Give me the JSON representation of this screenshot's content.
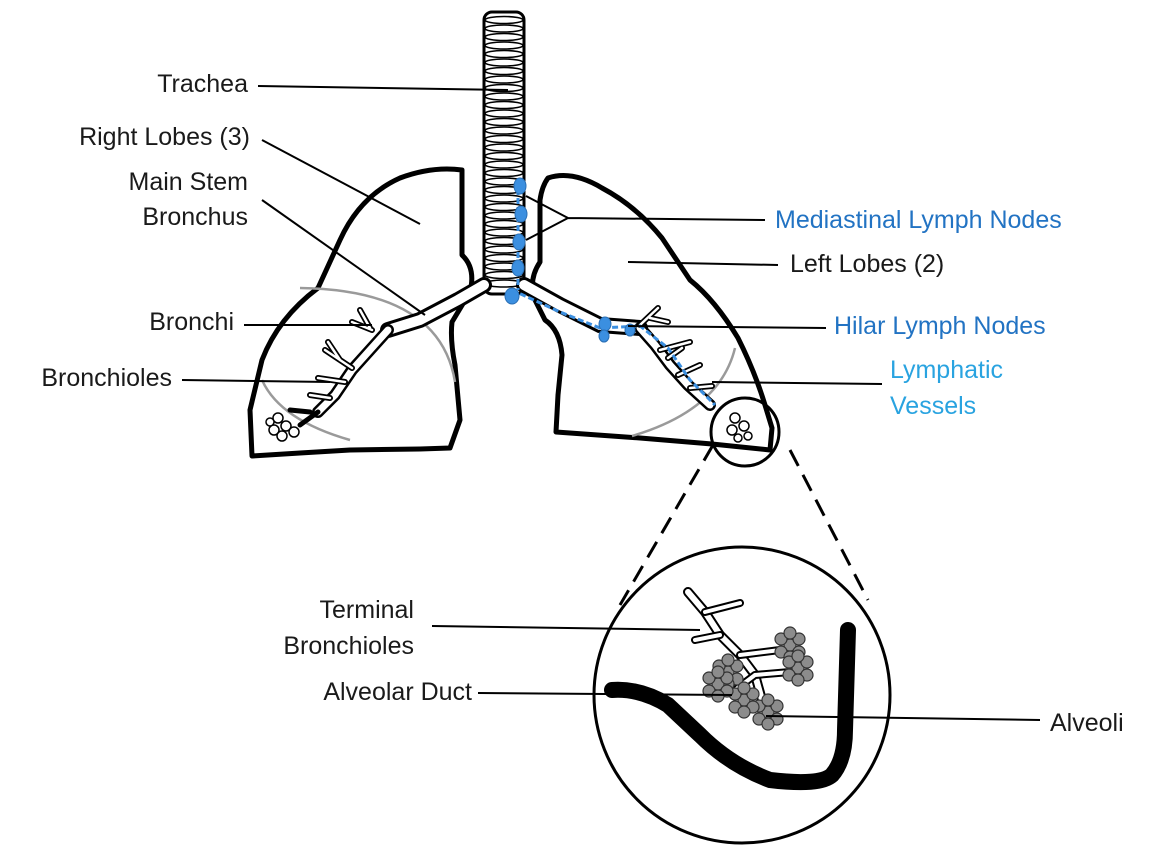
{
  "labels": {
    "trachea": "Trachea",
    "right_lobes": "Right Lobes (3)",
    "main_stem_1": "Main Stem",
    "main_stem_2": "Bronchus",
    "bronchi": "Bronchi",
    "bronchioles": "Bronchioles",
    "mediastinal": "Mediastinal Lymph Nodes",
    "left_lobes": "Left Lobes (2)",
    "hilar": "Hilar Lymph Nodes",
    "lymphatic_1": "Lymphatic",
    "lymphatic_2": "Vessels",
    "terminal_1": "Terminal",
    "terminal_2": "Bronchioles",
    "alveolar_duct": "Alveolar Duct",
    "alveoli": "Alveoli"
  },
  "colors": {
    "text": "#1a1a1a",
    "lymph_node_blue": "#2273c3",
    "lymphatic_blue": "#29a3e0",
    "node_fill": "#3b8fe0",
    "alveoli_fill": "#8c8c8c"
  }
}
